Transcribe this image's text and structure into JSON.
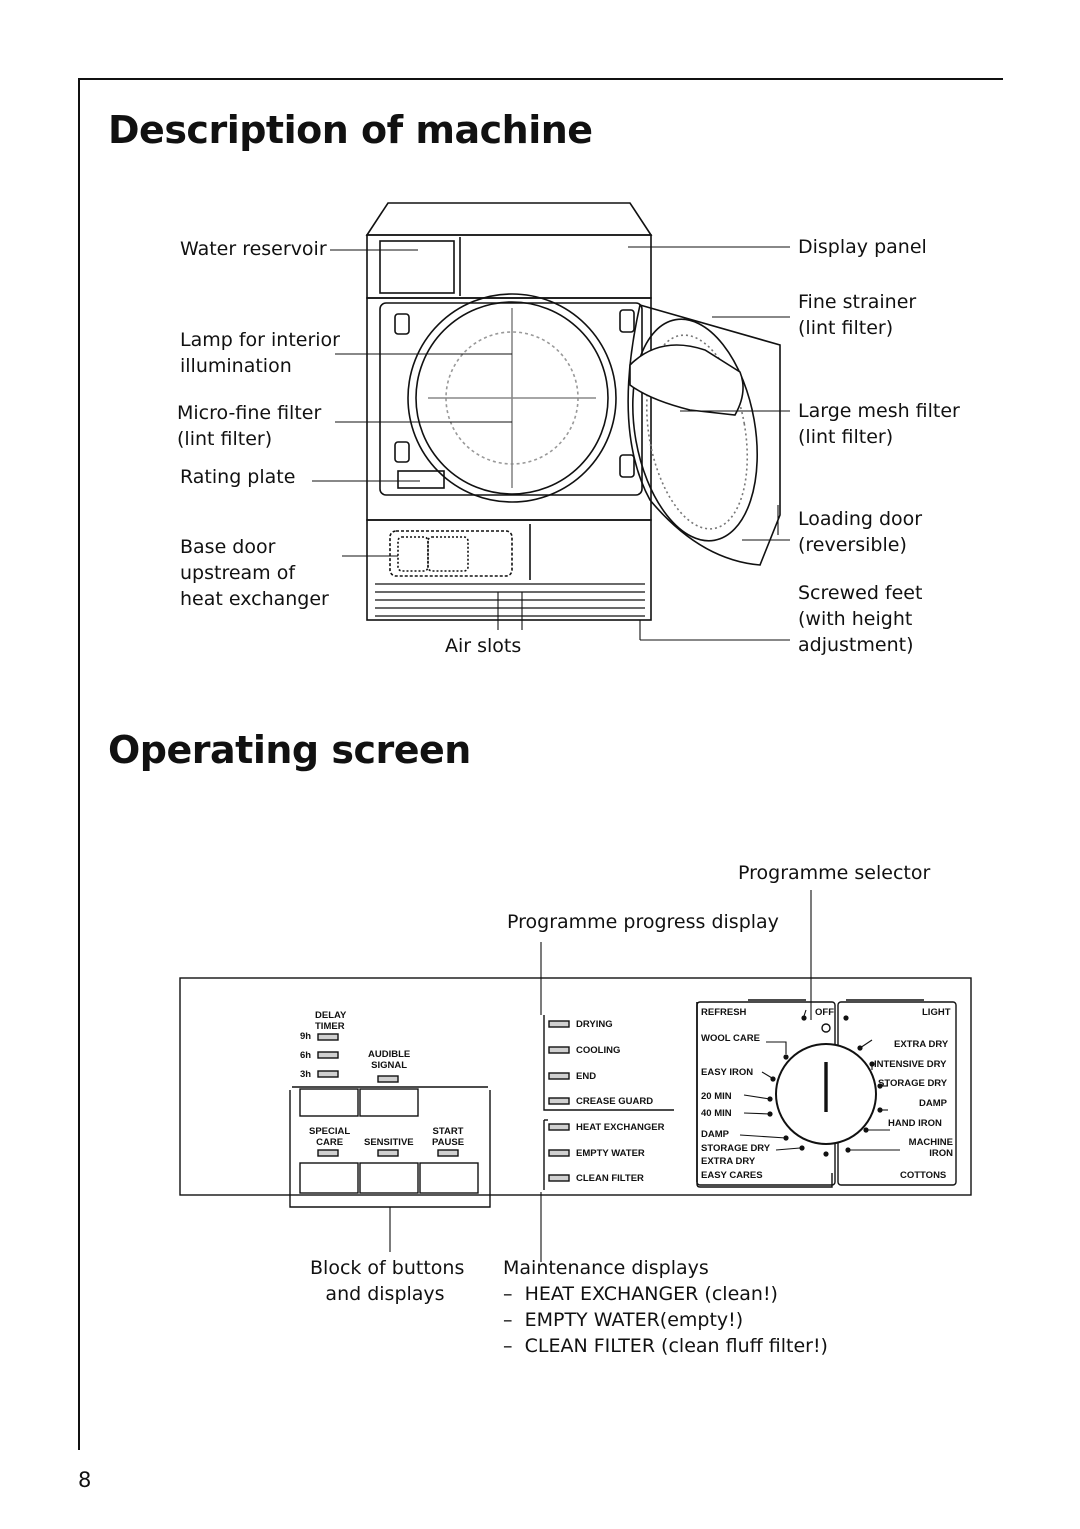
{
  "page": {
    "heading_machine": "Description of machine",
    "heading_operating": "Operating screen",
    "page_number": "8"
  },
  "machine_labels": {
    "water_reservoir": "Water reservoir",
    "lamp_line1": "Lamp for interior",
    "lamp_line2": "illumination",
    "microfine_line1": "Micro-fine filter",
    "microfine_line2": "(lint filter)",
    "rating_plate": "Rating plate",
    "base_line1": "Base door",
    "base_line2": "upstream of",
    "base_line3": "heat exchanger",
    "air_slots": "Air slots",
    "display_panel": "Display panel",
    "fine_line1": "Fine strainer",
    "fine_line2": "(lint filter)",
    "large_line1": "Large mesh filter",
    "large_line2": "(lint filter)",
    "door_line1": "Loading door",
    "door_line2": "(reversible)",
    "feet_line1": "Screwed feet",
    "feet_line2": "(with height",
    "feet_line3": "adjustment)"
  },
  "operating_labels": {
    "programme_selector": "Programme selector",
    "progress_display": "Programme progress display",
    "block_line1": "Block of buttons",
    "block_line2": "and displays",
    "maintenance_title": "Maintenance displays",
    "maintenance_items": [
      "HEAT EXCHANGER (clean!)",
      "EMPTY WATER(empty!)",
      "CLEAN FILTER (clean fluff filter!)"
    ]
  },
  "panel": {
    "delay_line1": "DELAY",
    "delay_line2": "TIMER",
    "t9h": "9h",
    "t6h": "6h",
    "t3h": "3h",
    "audible_line1": "AUDIBLE",
    "audible_line2": "SIGNAL",
    "special_line1": "SPECIAL",
    "special_line2": "CARE",
    "sensitive": "SENSITIVE",
    "start_line1": "START",
    "start_line2": "PAUSE",
    "progress": [
      "DRYING",
      "COOLING",
      "END",
      "CREASE GUARD"
    ],
    "maintenance": [
      "HEAT EXCHANGER",
      "EMPTY WATER",
      "CLEAN FILTER"
    ],
    "left_programmes": [
      "REFRESH",
      "WOOL CARE",
      "EASY IRON",
      "20 MIN",
      "40 MIN",
      "DAMP",
      "STORAGE DRY",
      "EXTRA DRY",
      "EASY CARES"
    ],
    "off": "OFF",
    "right_programmes": [
      "LIGHT",
      "EXTRA DRY",
      "INTENSIVE DRY",
      "STORAGE DRY",
      "DAMP",
      "HAND IRON"
    ],
    "machine_line1": "MACHINE",
    "machine_line2": "IRON",
    "cottons": "COTTONS"
  }
}
